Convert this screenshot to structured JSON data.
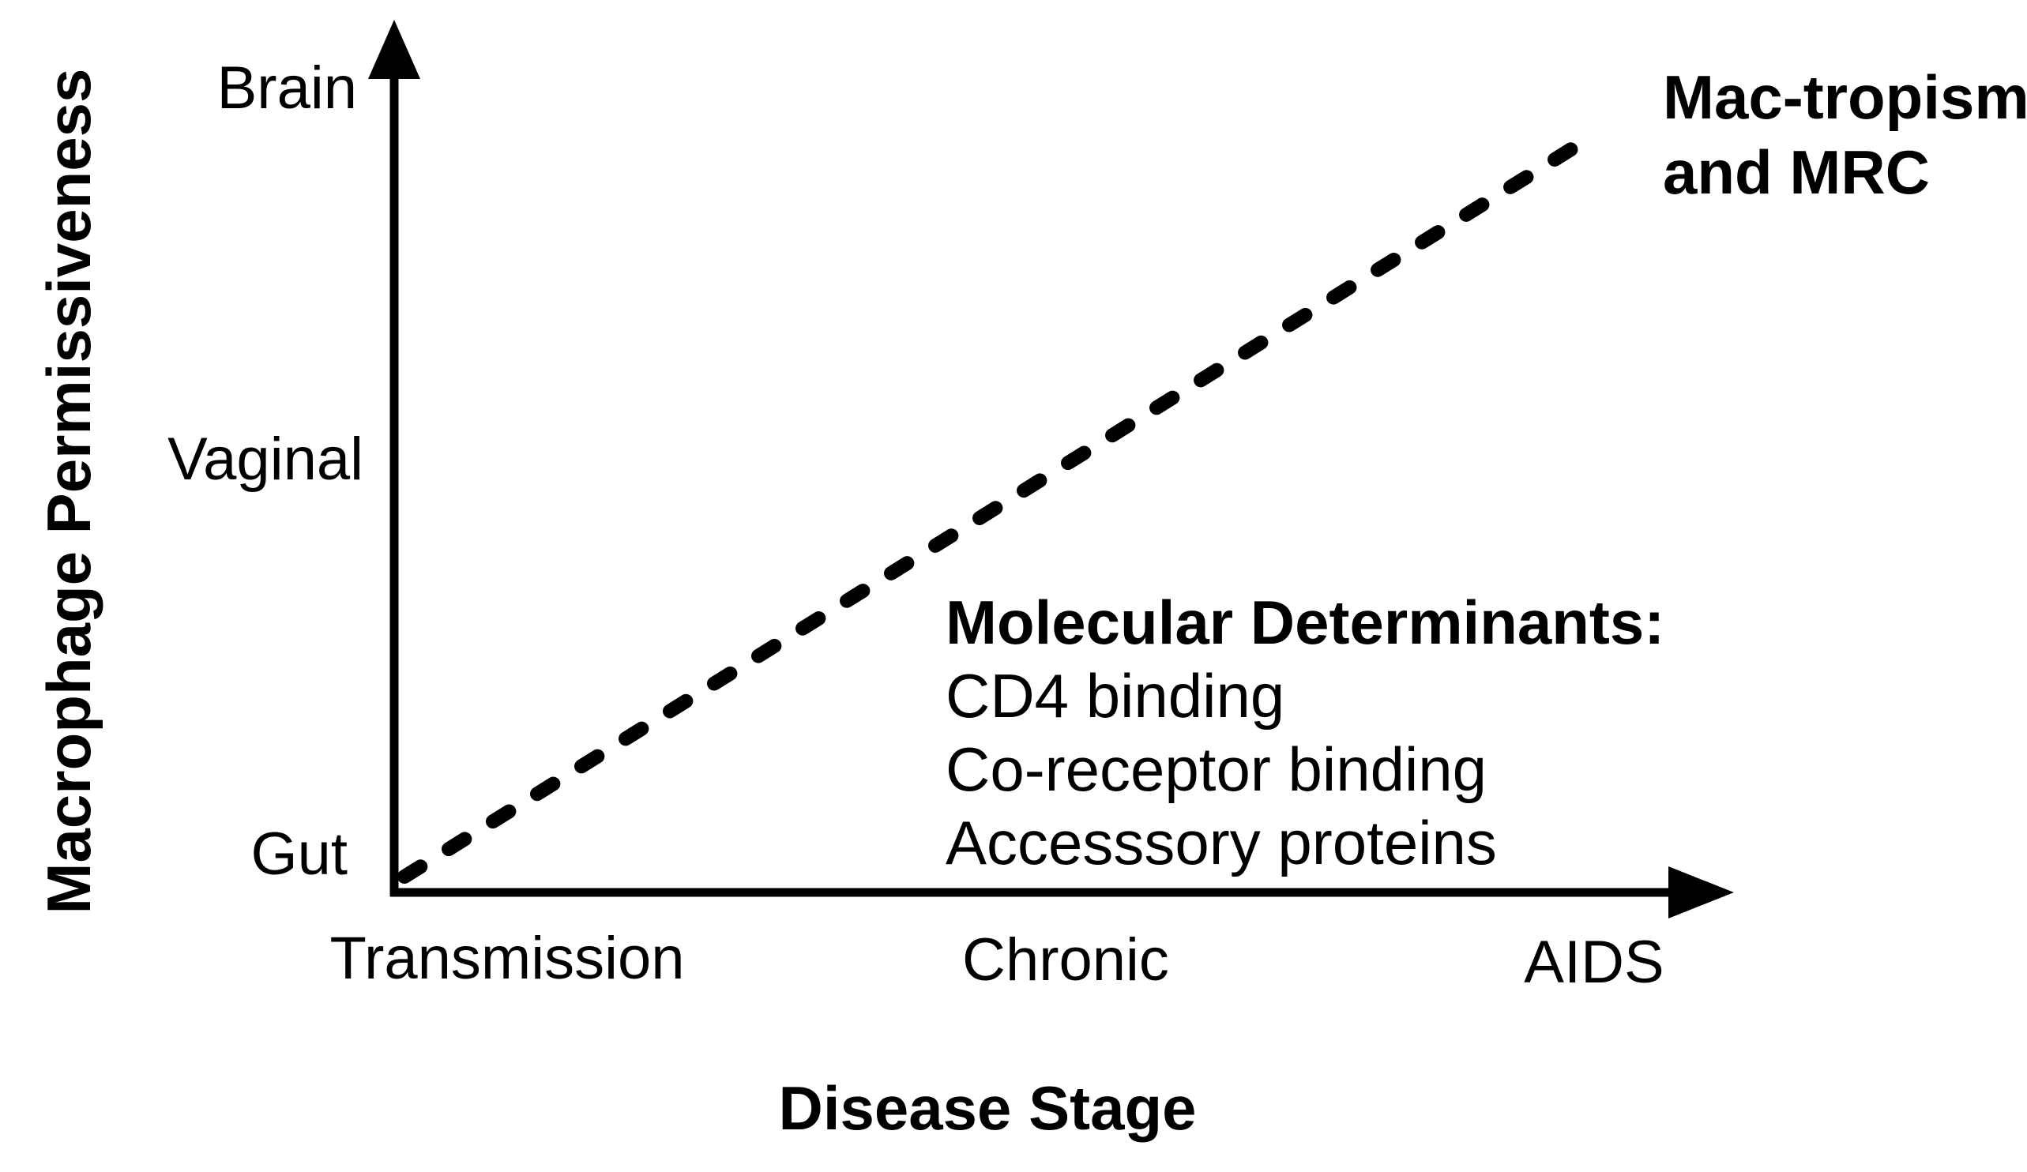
{
  "chart_data": {
    "type": "line",
    "title": "",
    "xlabel": "Disease Stage",
    "ylabel": "Macrophage Permissiveness",
    "x_tick_labels": [
      "Transmission",
      "Chronic",
      "AIDS"
    ],
    "y_tick_labels": [
      "Gut",
      "Vaginal",
      "Brain"
    ],
    "grid": false,
    "legend": false,
    "axis_color": "#000000",
    "background_color": "#ffffff",
    "series": [
      {
        "name": "Mac-tropism and MRC",
        "line_style": "dashed",
        "color": "#000000",
        "points": [
          {
            "x": "Transmission",
            "y": "Gut"
          },
          {
            "x": "AIDS",
            "y": "Brain"
          }
        ]
      }
    ],
    "annotations": {
      "line_label": {
        "line1": "Mac-tropism",
        "line2": "and MRC"
      },
      "determinants": {
        "title": "Molecular Determinants:",
        "items": [
          "CD4 binding",
          "Co-receptor binding",
          "Accesssory proteins"
        ]
      }
    }
  }
}
